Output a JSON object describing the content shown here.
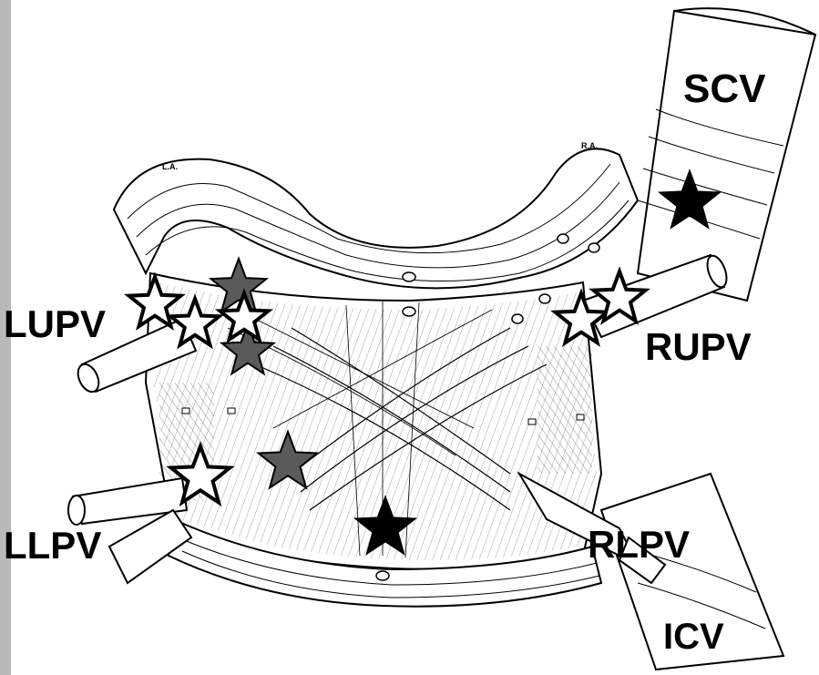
{
  "labels": {
    "svc": "SCV",
    "lupv": "LUPV",
    "rupv": "RUPV",
    "llpv": "LLPV",
    "rlpv": "RLPV",
    "icv": "ICV",
    "la": "L.A.",
    "ra": "R.A."
  },
  "colors": {
    "ink": "#000000",
    "paper": "#ffffff",
    "edge": "#b9b9b9",
    "star_gray": "#5a5a5a"
  },
  "star_markers": [
    {
      "style": "filled-black"
    },
    {
      "style": "filled-black"
    },
    {
      "style": "outline-white"
    },
    {
      "style": "outline-white"
    },
    {
      "style": "outline-white"
    },
    {
      "style": "filled-gray"
    },
    {
      "style": "filled-gray"
    },
    {
      "style": "outline-white"
    },
    {
      "style": "outline-white"
    },
    {
      "style": "outline-white"
    },
    {
      "style": "filled-gray"
    }
  ]
}
